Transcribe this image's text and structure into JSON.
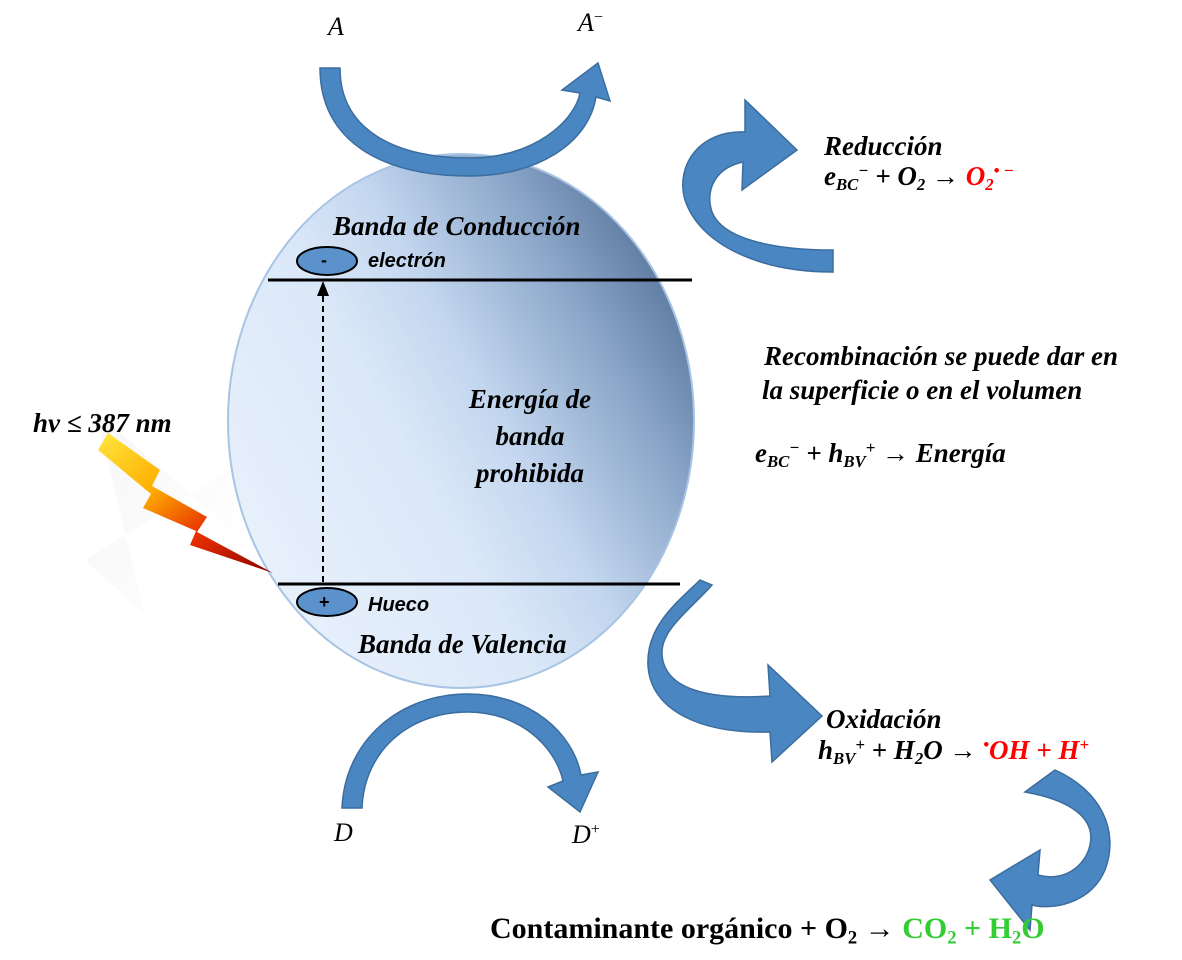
{
  "colors": {
    "arrow_fill": "#4a86c2",
    "arrow_stroke": "#3b6d9e",
    "sphere_light": "#e6f0fb",
    "sphere_dark": "#5b7fa6",
    "red": "#ff0000",
    "green": "#33cc33"
  },
  "top": {
    "acceptor": "A",
    "acceptor_reduced": "A",
    "acceptor_charge": "−"
  },
  "bottom": {
    "donor": "D",
    "donor_oxidized": "D",
    "donor_charge": "+"
  },
  "band": {
    "conduction": "Banda de Conducción",
    "valence": "Banda de Valencia",
    "gap_line1": "Energía de",
    "gap_line2": "banda",
    "gap_line3": "prohibida",
    "electron_sign": "-",
    "electron_label": "electrón",
    "hole_sign": "+",
    "hole_label": "Hueco"
  },
  "light": {
    "label": "hv ≤ 387 nm"
  },
  "reduction": {
    "title": "Reducción",
    "eq": {
      "e": "e",
      "e_sub": "BC",
      "e_charge": "−",
      "plus": " + ",
      "o": "O",
      "o_sub": "2",
      "arrow": " → ",
      "prod": "O",
      "prod_sub": "2",
      "prod_sup": "• −"
    }
  },
  "recombination": {
    "line1": "Recombinación se puede dar en",
    "line2": "la superficie o en el volumen",
    "eq": {
      "e": "e",
      "e_sub": "BC",
      "e_charge": "−",
      "plus": " + ",
      "h": "h",
      "h_sub": "BV",
      "h_charge": "+",
      "arrow": " → ",
      "product": "Energía"
    }
  },
  "oxidation": {
    "title": "Oxidación",
    "eq": {
      "h": "h",
      "h_sub": "BV",
      "h_charge": "+",
      "plus": " + ",
      "water": "H",
      "water_sub": "2",
      "water_o": "O",
      "arrow": " → ",
      "dot": "•",
      "oh": "OH + H",
      "proton_charge": "+"
    }
  },
  "mineralization": {
    "reactant": "Contaminante orgánico + O",
    "reactant_sub": "2",
    "arrow": " → ",
    "p1": "CO",
    "p1_sub": "2",
    "plus": " + H",
    "p2_sub": "2",
    "p2_o": "O"
  }
}
